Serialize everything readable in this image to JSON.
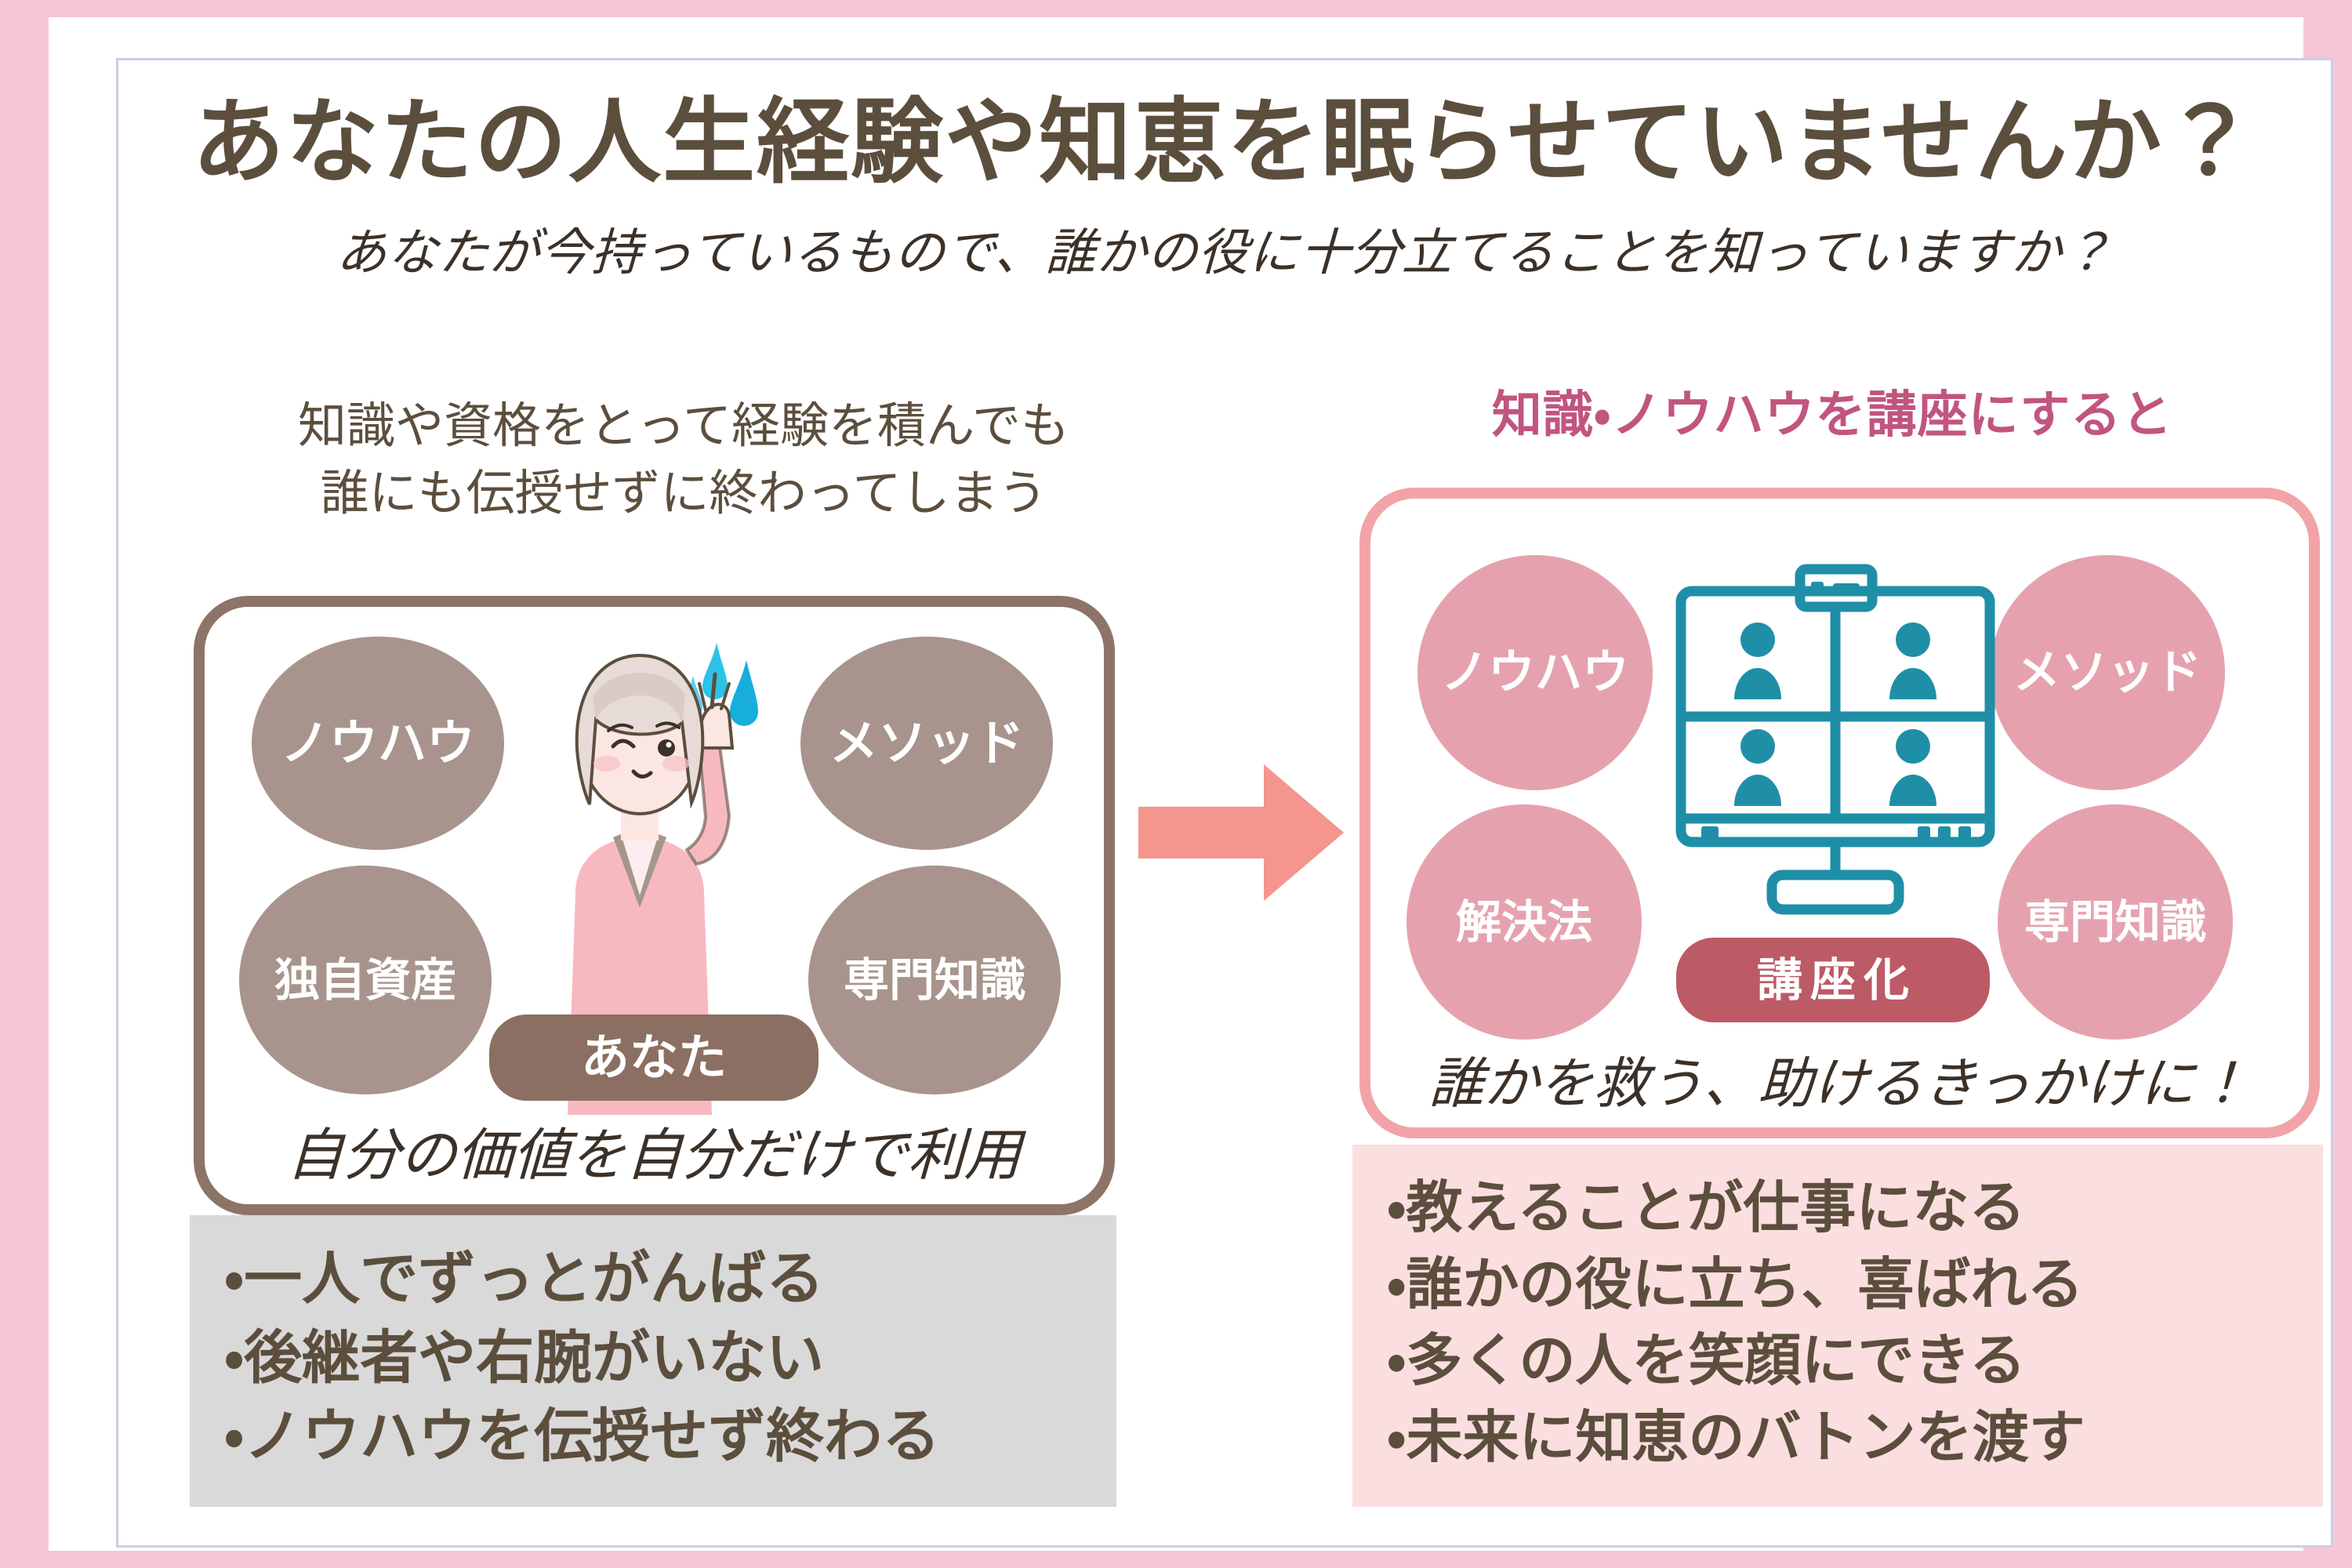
{
  "poster": {
    "title": "あなたの人生経験や知恵を眠らせていませんか？",
    "subtitle": "あなたが今持っているもので、誰かの役に十分立てることを知っていますか？",
    "border_color": "#F7C6D6",
    "title_color": "#5C4E3D"
  },
  "left": {
    "lead_line1": "知識や資格をとって経験を積んでも",
    "lead_line2": "誰にも伝授せずに終わってしまう",
    "box_border_color": "#8D7468",
    "bubble_color": "#A8948C",
    "bubbles": [
      {
        "label": "ノウハウ"
      },
      {
        "label": "メソッド"
      },
      {
        "label": "独自資産"
      },
      {
        "label": "専門知識"
      }
    ],
    "pill": {
      "label": "あなた",
      "color": "#8B6F62"
    },
    "caption": "自分の価値を自分だけで利用",
    "bullets_bg": "#D9D9D9",
    "bullets": [
      "・一人でずっとがんばる",
      "・後継者や右腕がいない",
      "・ノウハウを伝授せず終わる"
    ]
  },
  "right": {
    "lead": "知識・ノウハウを講座にすると",
    "lead_color": "#C1557F",
    "box_border_color": "#F2A3A8",
    "bubble_color": "#E5A2AE",
    "bubbles": [
      {
        "label": "ノウハウ"
      },
      {
        "label": "メソッド"
      },
      {
        "label": "解決法"
      },
      {
        "label": "専門知識"
      }
    ],
    "pill": {
      "label": "講座化",
      "color": "#BC5A66"
    },
    "monitor_icon_color": "#1F8FA8",
    "caption": "誰かを救う、助けるきっかけに！",
    "bullets_bg": "#FBDFE0",
    "bullets": [
      "・教えることが仕事になる",
      "・誰かの役に立ち、喜ばれる",
      "・多くの人を笑顔にできる",
      "・未来に知恵のバトンを渡す"
    ]
  },
  "arrow": {
    "color": "#F4958E"
  }
}
